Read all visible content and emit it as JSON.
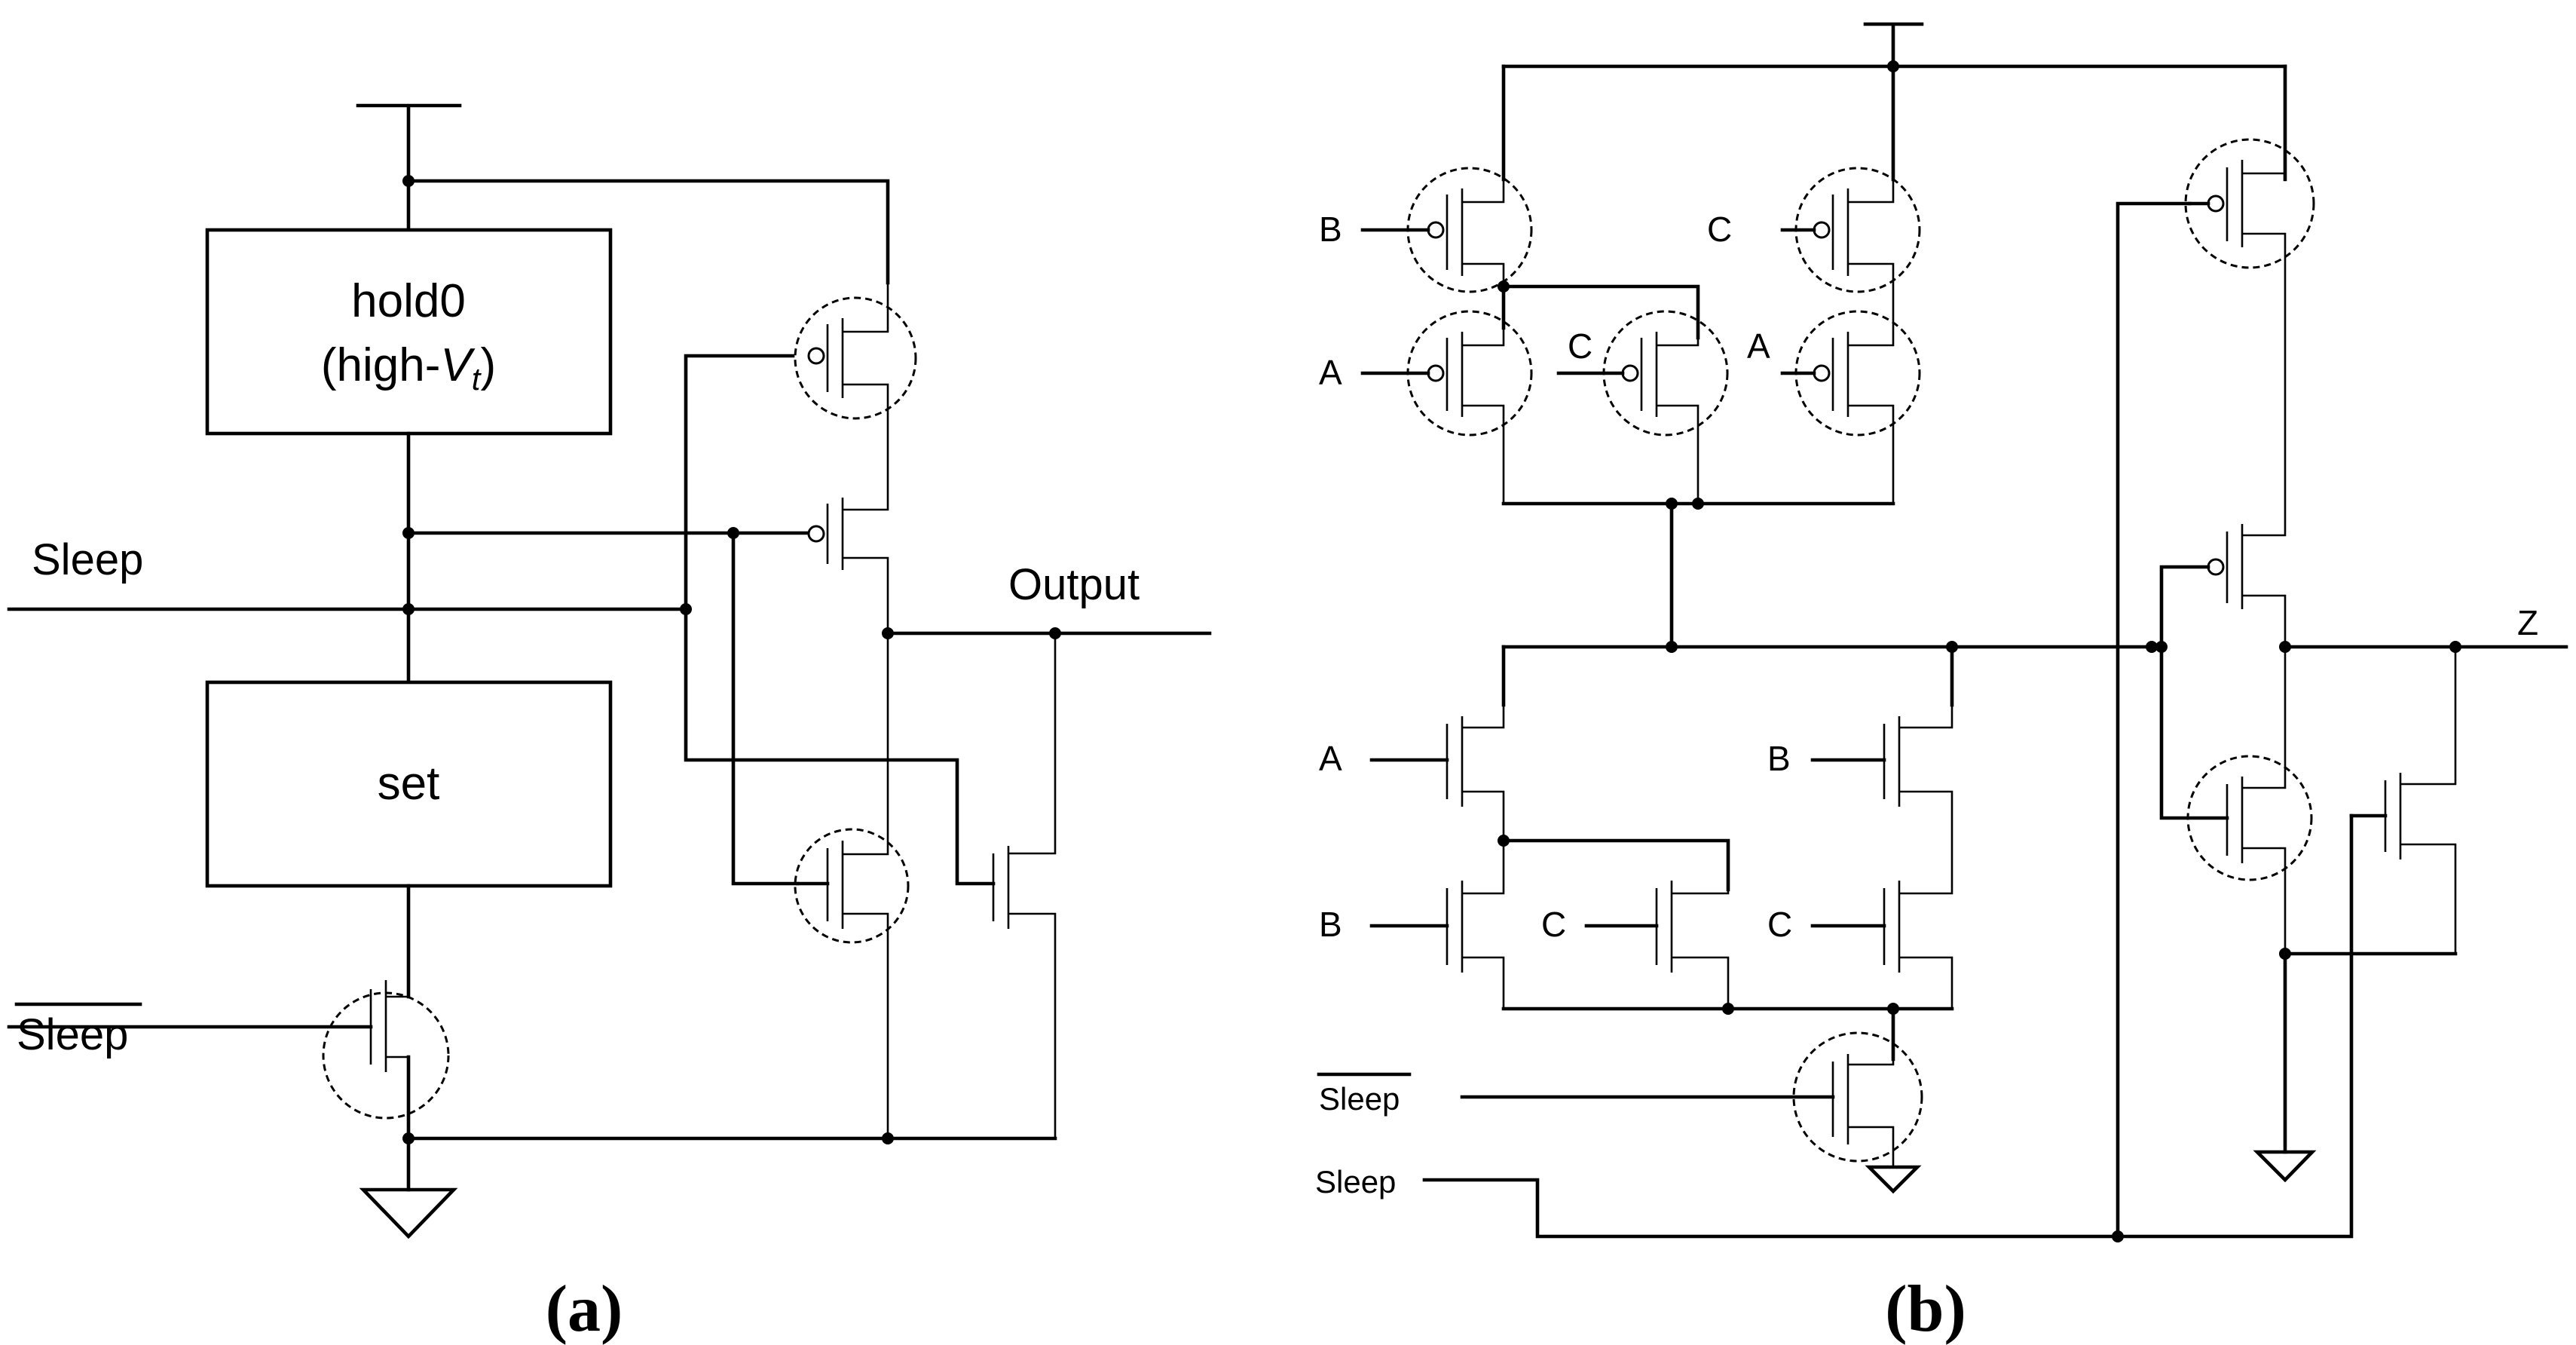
{
  "panel_a": {
    "block_top_line1": "hold0",
    "block_top_line2_prefix": "(high-",
    "block_top_italic": "V",
    "block_top_subscript": "t",
    "block_top_line2_suffix": ")",
    "block_bottom": "set",
    "sleep_label": "Sleep",
    "sleep_bar_label": "Sleep",
    "output_label": "Output",
    "caption_open": "(",
    "caption_letter": "a",
    "caption_close": ")"
  },
  "panel_b": {
    "labels": {
      "pmos_b": "B",
      "pmos_a": "A",
      "pmos_c_mid": "C",
      "pmos_c_top": "C",
      "pmos_a_right": "A",
      "nmos_a": "A",
      "nmos_b_left": "B",
      "nmos_c_left": "C",
      "nmos_b_right": "B",
      "nmos_c_right": "C",
      "sleep_bar": "Sleep",
      "sleep": "Sleep",
      "output_z": "Z"
    },
    "caption_open": "(",
    "caption_letter": "b",
    "caption_close": ")"
  }
}
